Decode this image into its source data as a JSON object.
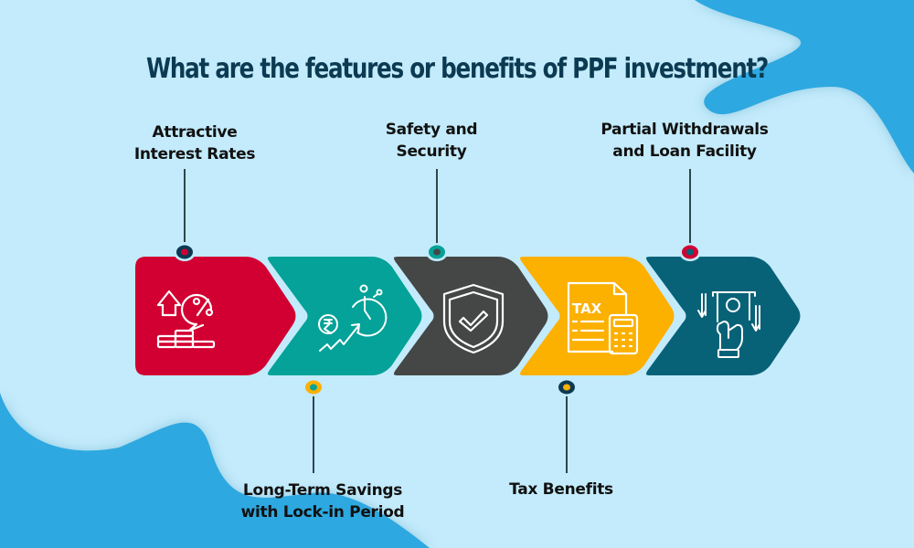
{
  "title": "What are the features or benefits of PPF investment?",
  "colors": {
    "background": "#c3ebfb",
    "blob": "#2ea8e0",
    "title": "#0b3a52",
    "step1": "#d20032",
    "step2": "#04a298",
    "step3": "#444746",
    "step4": "#fcb000",
    "step5": "#086277"
  },
  "steps": [
    {
      "label_line1": "Attractive",
      "label_line2": "Interest Rates",
      "position": "top",
      "icon": "interest-rate-icon",
      "color": "#d20032",
      "dot_color": "#d20032"
    },
    {
      "label_line1": "Long-Term Savings",
      "label_line2": "with Lock-in Period",
      "position": "bottom",
      "icon": "rupee-clock-growth-icon",
      "color": "#04a298",
      "dot_color": "#fcb000"
    },
    {
      "label_line1": "Safety and",
      "label_line2": "Security",
      "position": "top",
      "icon": "shield-check-icon",
      "color": "#444746",
      "dot_color": "#04a298"
    },
    {
      "label_line1": "Tax Benefits",
      "label_line2": "",
      "position": "bottom",
      "icon": "tax-document-calculator-icon",
      "color": "#fcb000",
      "dot_color": "#fcb000"
    },
    {
      "label_line1": "Partial Withdrawals",
      "label_line2": "and Loan Facility",
      "position": "top",
      "icon": "cash-withdrawal-icon",
      "color": "#086277",
      "dot_color": "#d20032"
    }
  ]
}
